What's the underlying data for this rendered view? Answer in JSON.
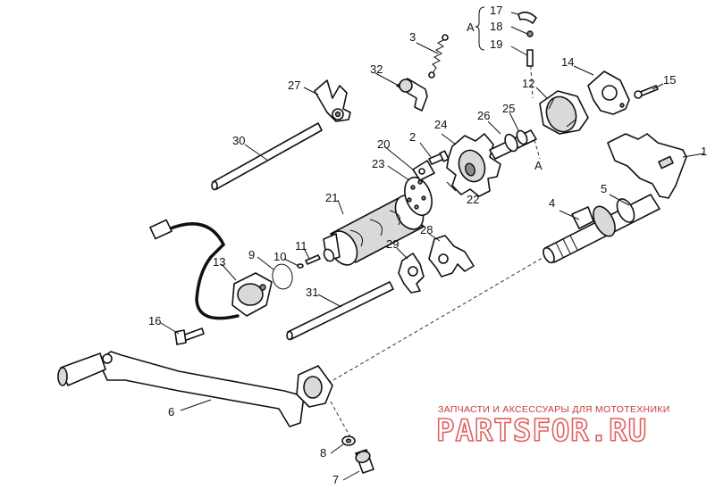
{
  "diagram": {
    "callouts": [
      "1",
      "2",
      "3",
      "4",
      "5",
      "6",
      "7",
      "8",
      "9",
      "10",
      "11",
      "12",
      "13",
      "14",
      "15",
      "16",
      "17",
      "18",
      "19",
      "20",
      "21",
      "22",
      "23",
      "24",
      "25",
      "26",
      "27",
      "28",
      "29",
      "30",
      "31",
      "32"
    ],
    "group_label": "A",
    "ref_label": "A"
  },
  "watermark": {
    "caption": "ЗАПЧАСТИ И АКСЕССУАРЫ ДЛЯ МОТОТЕХНИКИ",
    "brand": "PARTSFOR.RU"
  }
}
